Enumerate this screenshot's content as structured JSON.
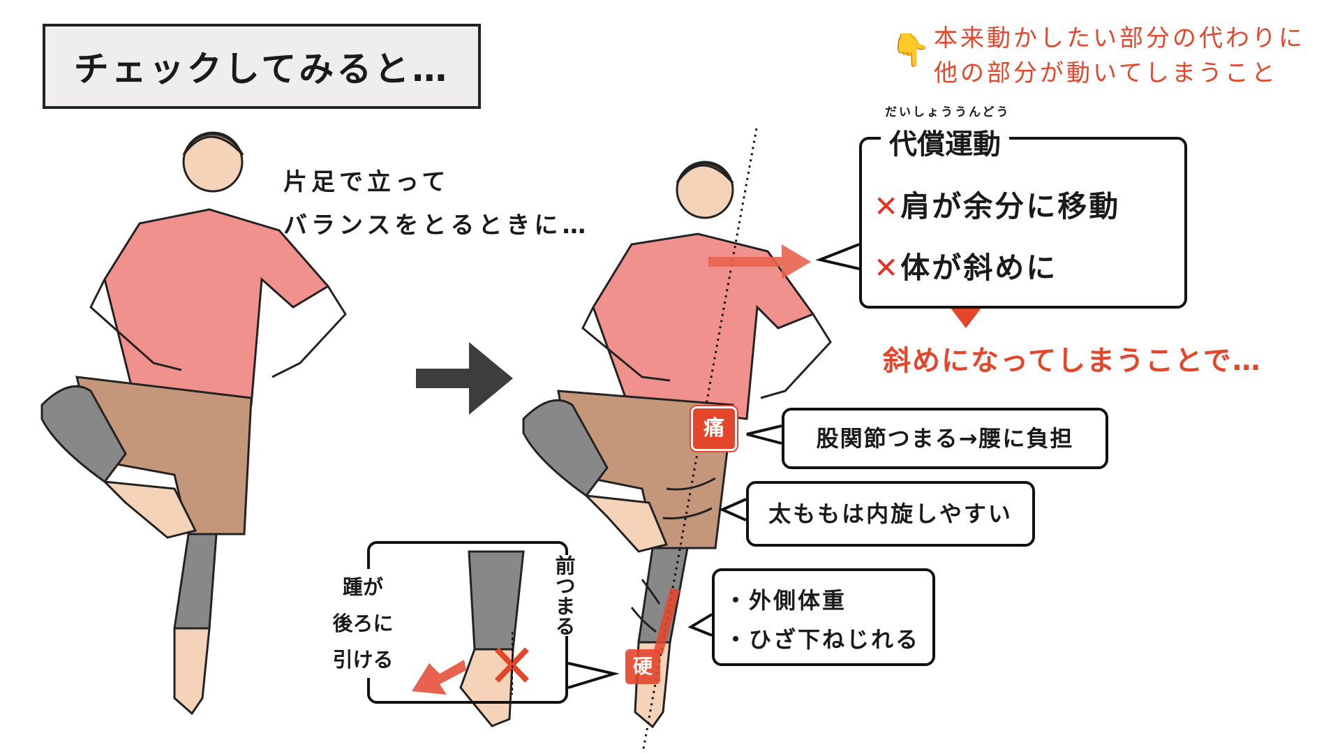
{
  "title": "チェックしてみると…",
  "note": {
    "icon": "pointing-hand-icon",
    "line1": "本来動かしたい部分の代わりに",
    "line2": "他の部分が動いてしまうこと"
  },
  "caption": {
    "line1": "片足で立って",
    "line2": "バランスをとるときに…"
  },
  "compensation": {
    "furigana": "だいしょううんどう",
    "heading": "代償運動",
    "items": [
      {
        "mark": "✕",
        "text": "肩が余分に移動"
      },
      {
        "mark": "✕",
        "text": "体が斜めに"
      }
    ],
    "result": "斜めになってしまうことで…"
  },
  "callouts": {
    "hip": "股関節つまる→腰に負担",
    "thigh": "太ももは内旋しやすい",
    "knee": [
      "・外側体重",
      "・ひざ下ねじれる"
    ],
    "pain_badge": "痛",
    "stiff_badge": "硬"
  },
  "inset": {
    "heel": [
      "踵が",
      "後ろに",
      "引ける"
    ],
    "front": "前つまる"
  },
  "colors": {
    "accent": "#e4462c",
    "shirt": "#f0918e",
    "shorts": "#c4977b",
    "skin": "#f5d3b8",
    "leggings": "#888888",
    "arrow": "#3d3d3d"
  }
}
